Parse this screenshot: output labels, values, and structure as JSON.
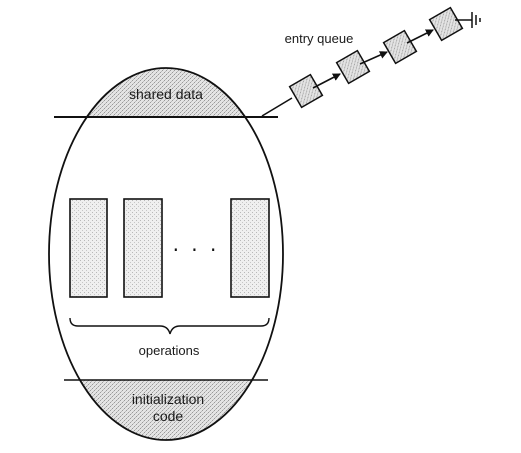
{
  "diagram": {
    "labels": {
      "entry_queue": "entry queue",
      "shared_data": "shared data",
      "ellipsis": "· · ·",
      "operations": "operations",
      "init_line1": "initialization",
      "init_line2": "code"
    },
    "queue_node_count": 4,
    "operation_box_count": 3,
    "colors": {
      "fill_gray": "#d9d9d9",
      "stroke": "#111111",
      "background": "#ffffff"
    }
  }
}
